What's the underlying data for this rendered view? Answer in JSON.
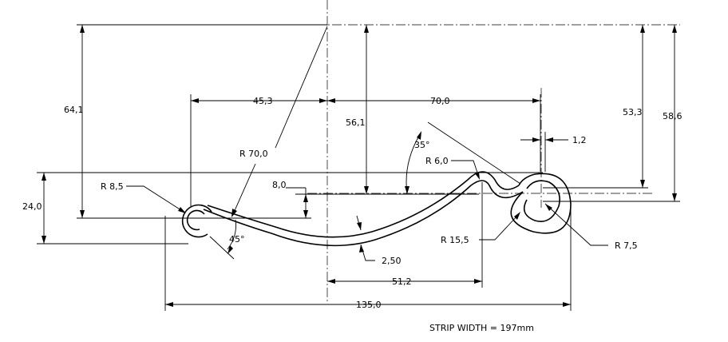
{
  "drawing": {
    "dimensions": {
      "d_64_1": "64,1",
      "d_45_3": "45,3",
      "d_70_0": "70,0",
      "d_56_1": "56,1",
      "d_53_3": "53,3",
      "d_58_6": "58,6",
      "d_1_2": "1,2",
      "d_24_0": "24,0",
      "d_8_0": "8,0",
      "d_2_50": "2,50",
      "d_51_2": "51,2",
      "d_135_0": "135,0"
    },
    "radii": {
      "r_70": "R 70,0",
      "r_8_5": "R 8,5",
      "r_6": "R 6,0",
      "r_15_5": "R 15,5",
      "r_7_5": "R 7,5"
    },
    "angles": {
      "a_35": "35°",
      "a_45": "45°"
    },
    "note": "STRIP WIDTH = 197mm"
  }
}
